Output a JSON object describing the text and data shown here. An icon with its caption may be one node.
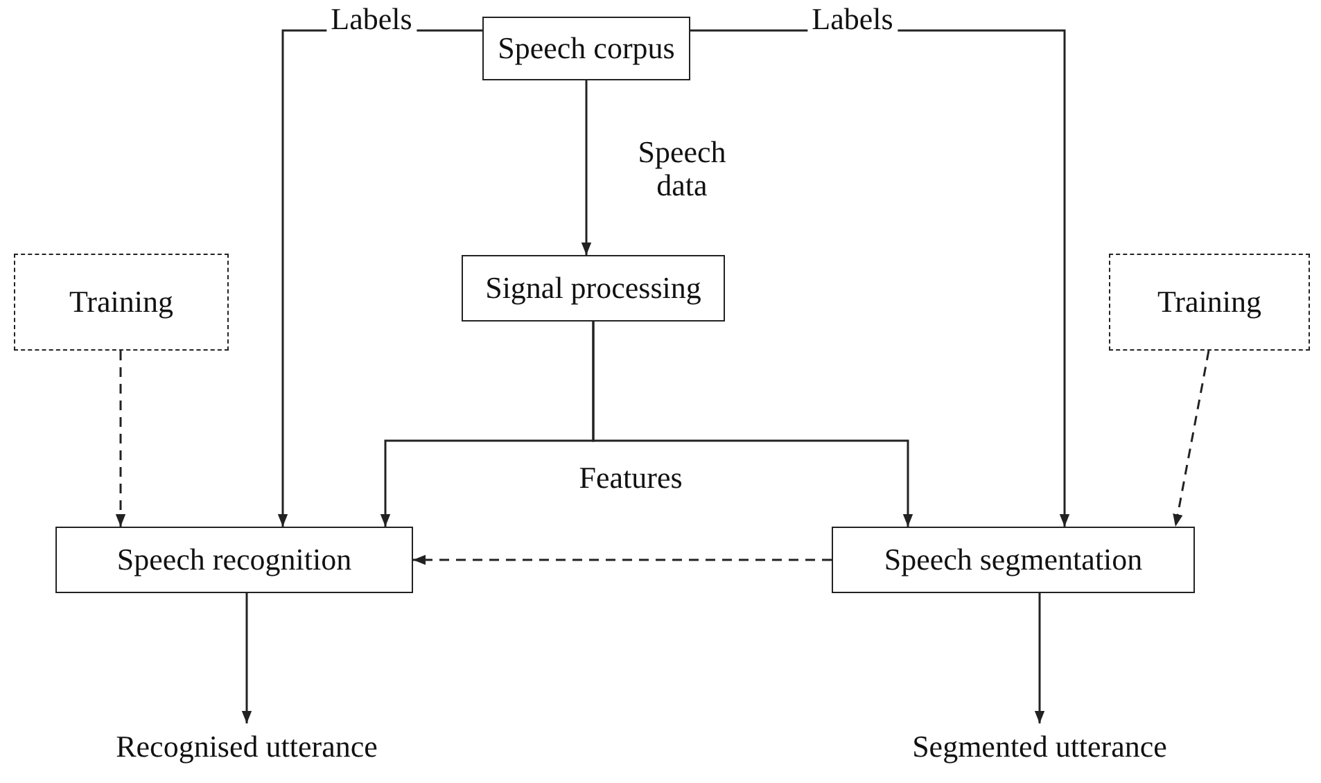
{
  "diagram": {
    "nodes": [
      {
        "text": [
          "Speech corpus"
        ]
      },
      {
        "text": [
          "Signal processing"
        ]
      },
      {
        "text": [
          "Training"
        ]
      },
      {
        "text": [
          "Training"
        ]
      },
      {
        "text": [
          "Speech recognition"
        ]
      },
      {
        "text": [
          "Speech segmentation"
        ]
      },
      {
        "text": [
          "Recognised utterance"
        ]
      },
      {
        "text": [
          "Segmented utterance"
        ]
      }
    ],
    "edges": [
      {
        "from": 0,
        "to": 4,
        "arrow": "to",
        "label": "Labels"
      },
      {
        "from": 0,
        "to": 5,
        "arrow": "to",
        "label": "Labels"
      },
      {
        "from": 0,
        "to": 1,
        "arrow": "to",
        "label": "Speech data"
      },
      {
        "from": 1,
        "to": 4,
        "arrow": "to",
        "label": "Features"
      },
      {
        "from": 1,
        "to": 5,
        "arrow": "to"
      },
      {
        "from": 2,
        "to": 4,
        "arrow": "to",
        "style": "dashed"
      },
      {
        "from": 3,
        "to": 5,
        "arrow": "to",
        "style": "dashed"
      },
      {
        "from": 5,
        "to": 4,
        "arrow": "to",
        "style": "dashed"
      },
      {
        "from": 4,
        "to": 6,
        "arrow": "to"
      },
      {
        "from": 5,
        "to": 7,
        "arrow": "to"
      }
    ]
  }
}
